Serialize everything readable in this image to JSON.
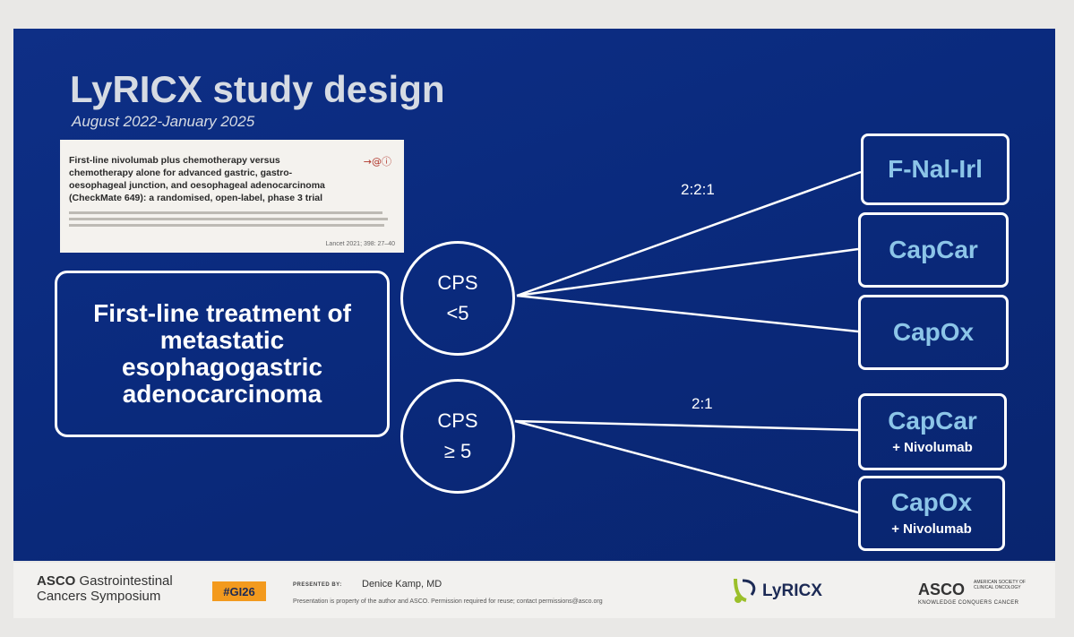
{
  "slide": {
    "title": "LyRICX study design",
    "subtitle": "August 2022-January 2025",
    "citation": {
      "title": "First-line nivolumab plus chemotherapy versus chemotherapy alone for advanced gastric, gastro-oesophageal junction, and oesophageal adenocarcinoma (CheckMate 649): a randomised, open-label, phase 3 trial",
      "icons": "→@ⓘ",
      "reference": "Lancet 2021; 398: 27–40"
    },
    "population": "First-line treatment of metastatic esophagogastric adenocarcinoma",
    "stratum_low": {
      "line1": "CPS",
      "line2": "<5",
      "ratio": "2:2:1"
    },
    "stratum_high": {
      "line1": "CPS",
      "line2": "≥ 5",
      "ratio": "2:1"
    },
    "arms": [
      {
        "label": "F-Nal-Irl",
        "sub": ""
      },
      {
        "label": "CapCar",
        "sub": ""
      },
      {
        "label": "CapOx",
        "sub": ""
      },
      {
        "label": "CapCar",
        "sub": "+ Nivolumab"
      },
      {
        "label": "CapOx",
        "sub": "+ Nivolumab"
      }
    ],
    "colors": {
      "background": "#0b2c80",
      "arm_text": "#8cc5e8",
      "lines": "#ffffff"
    }
  },
  "footer": {
    "symposium_line1_bold": "ASCO",
    "symposium_line1_rest": " Gastrointestinal",
    "symposium_line2": "Cancers Symposium",
    "hashtag": "#GI26",
    "presented_by_label": "PRESENTED BY:",
    "presenter": "Denice Kamp, MD",
    "disclaimer": "Presentation is property of the author and ASCO. Permission required for reuse; contact permissions@asco.org",
    "logo_text": "LyRICX",
    "asco_logo": "ASCO",
    "asco_society": "AMERICAN SOCIETY OF CLINICAL ONCOLOGY",
    "asco_tagline": "KNOWLEDGE CONQUERS CANCER",
    "hashtag_color": "#f39a1e"
  }
}
